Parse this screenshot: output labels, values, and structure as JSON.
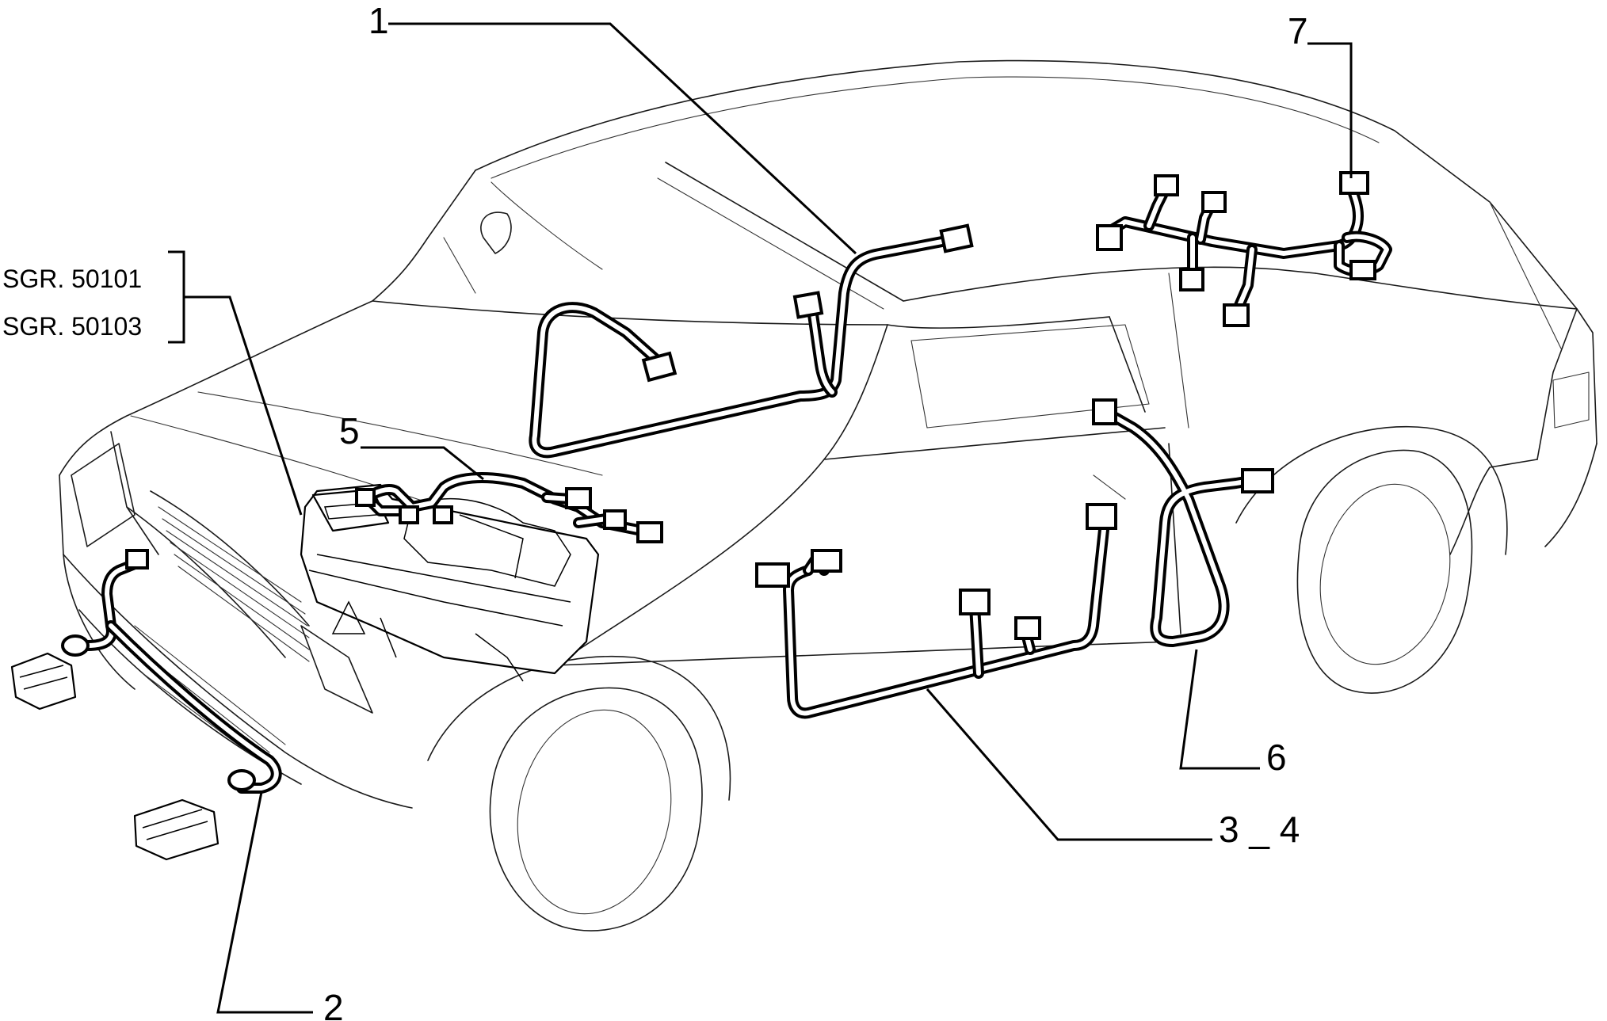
{
  "callouts": {
    "c1": "1",
    "c2": "2",
    "c34": "3 _ 4",
    "c5": "5",
    "c6": "6",
    "c7": "7"
  },
  "references": {
    "ref1": "SGR. 50101",
    "ref2": "SGR. 50103"
  }
}
